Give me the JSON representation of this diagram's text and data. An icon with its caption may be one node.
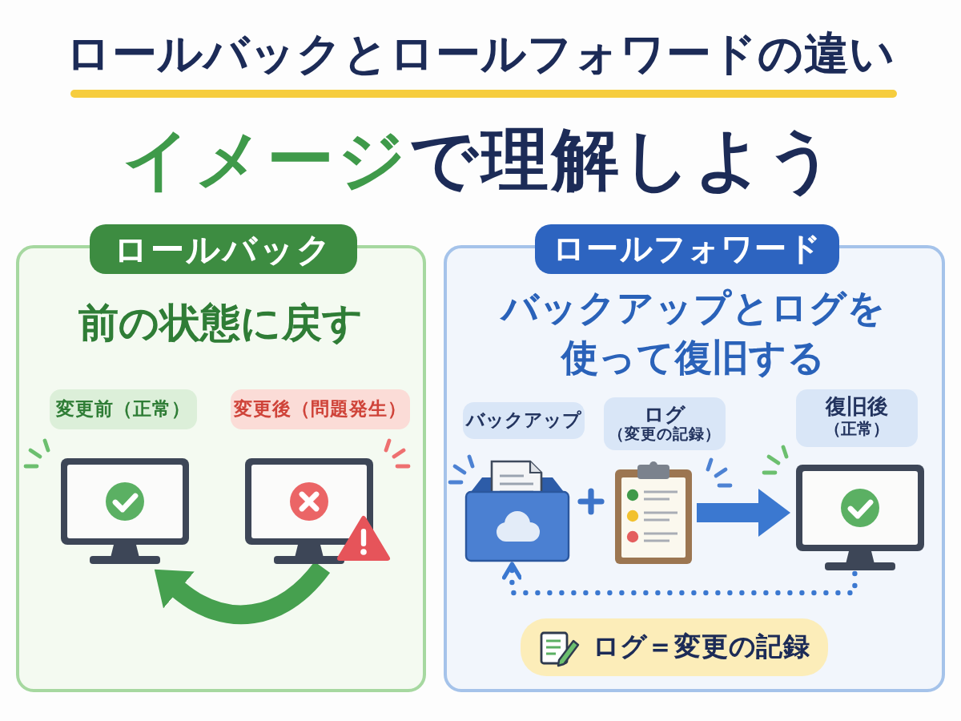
{
  "diagram": {
    "title": "ロールバックとロールフォワードの違い",
    "nodes": [
      {
        "text": [
          "ロールバック",
          "前の状態に戻す"
        ]
      },
      {
        "text": [
          "変更前（正常）"
        ],
        "in": 0
      },
      {
        "text": [
          "変更後（問題発生）"
        ],
        "in": 0
      },
      {
        "text": [],
        "shape": "picture",
        "in": 0
      },
      {
        "text": [],
        "shape": "picture",
        "in": 0
      },
      {
        "text": [
          "ロールフォワード",
          "バックアップとログを使って復旧する"
        ]
      },
      {
        "text": [
          "バックアップ"
        ],
        "in": 5
      },
      {
        "text": [
          "ログ",
          "（変更の記録）"
        ],
        "in": 5
      },
      {
        "text": [
          "復旧後",
          "（正常）"
        ],
        "in": 5
      },
      {
        "text": [],
        "shape": "picture",
        "in": 5
      },
      {
        "text": [],
        "shape": "picture",
        "in": 5
      },
      {
        "text": [],
        "shape": "picture",
        "in": 5
      },
      {
        "text": [
          "ログ＝変更の記録"
        ],
        "in": 5
      }
    ],
    "edges": [
      {
        "from": 4,
        "to": 3,
        "arrow": "to",
        "color": "#46a04f"
      },
      {
        "from": 10,
        "to": 11,
        "arrow": "to"
      },
      {
        "from": 11,
        "to": 9,
        "arrow": "to",
        "style": "dashed"
      }
    ],
    "labels": [
      "**イメージ**で理解しよう"
    ]
  }
}
